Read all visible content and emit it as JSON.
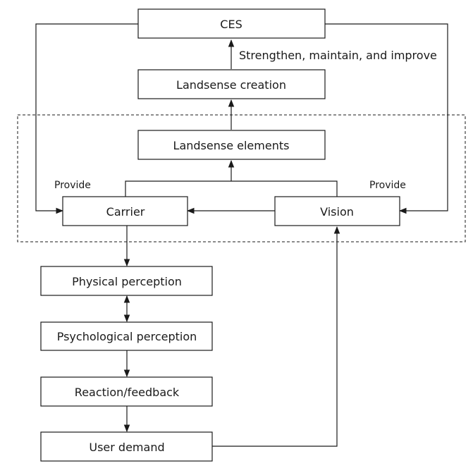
{
  "nodes": {
    "ces": "CES",
    "landsense_creation": "Landsense creation",
    "landsense_elements": "Landsense elements",
    "carrier": "Carrier",
    "vision": "Vision",
    "physical_perception": "Physical perception",
    "psychological_perception": "Psychological perception",
    "reaction_feedback": "Reaction/feedback",
    "user_demand": "User demand"
  },
  "edge_labels": {
    "strengthen": "Strengthen, maintain, and improve",
    "provide_left": "Provide",
    "provide_right": "Provide"
  }
}
